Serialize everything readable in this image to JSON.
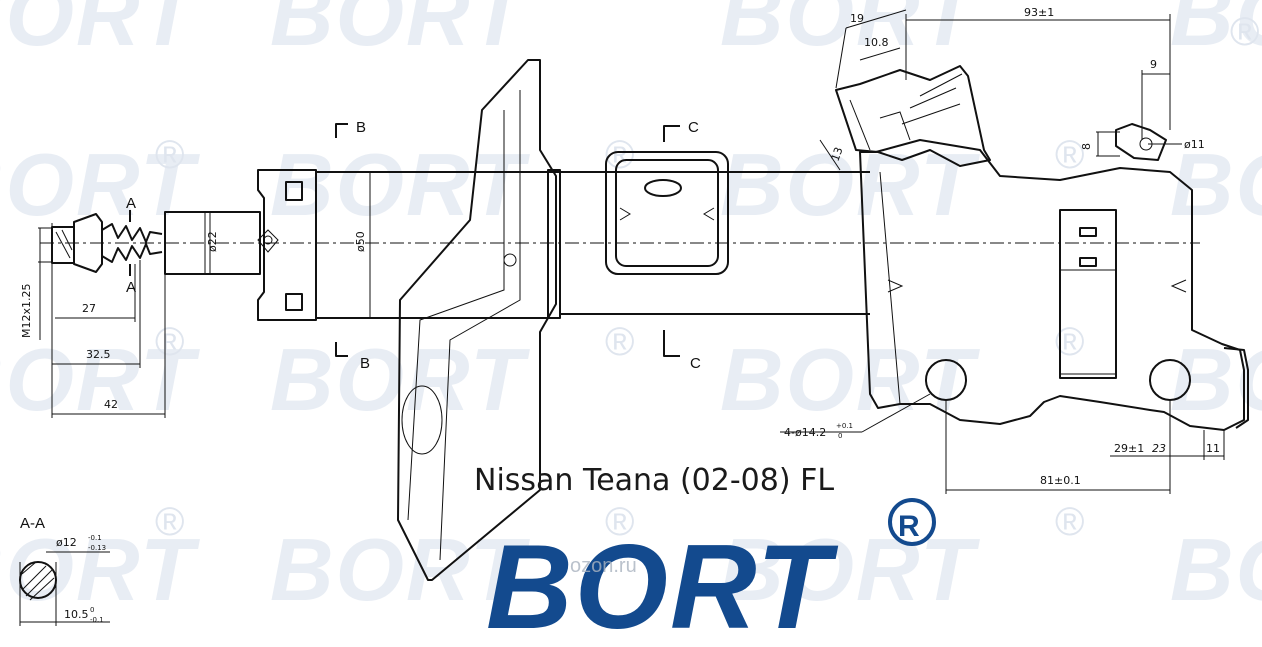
{
  "caption": "Nissan Teana (02-08) FL",
  "brand": {
    "name": "BORT",
    "registered": "®",
    "color": "#134a8e"
  },
  "watermark": {
    "text": "BORT",
    "registered": "®",
    "site": "ozon.ru"
  },
  "sections": {
    "a_top": "A",
    "a_bottom": "A",
    "b_top": "B",
    "b_bottom": "B",
    "c_top": "C",
    "c_bottom": "C",
    "section_aa": "A-A"
  },
  "dimensions": {
    "thread": "M12x1.25",
    "d27": "27",
    "d32_5": "32.5",
    "d42": "42",
    "rod_dia": "ø22",
    "body_dia": "ø50",
    "d19": "19",
    "d10_8": "10.8",
    "d13": "13",
    "d93": "93±1",
    "d9": "9",
    "d8": "8",
    "hole11": "ø11",
    "holes": "4-ø14.2",
    "holes_tol_top": "+0.1",
    "holes_tol_bot": "0",
    "d81": "81±0.1",
    "d29": "29±1",
    "d29_note": "23",
    "d11": "11",
    "aa_dia": "ø12",
    "aa_dia_tol_top": "-0.1",
    "aa_dia_tol_bot": "-0.13",
    "aa_flat": "10.5",
    "aa_flat_tol_top": "0",
    "aa_flat_tol_bot": "-0.1"
  }
}
